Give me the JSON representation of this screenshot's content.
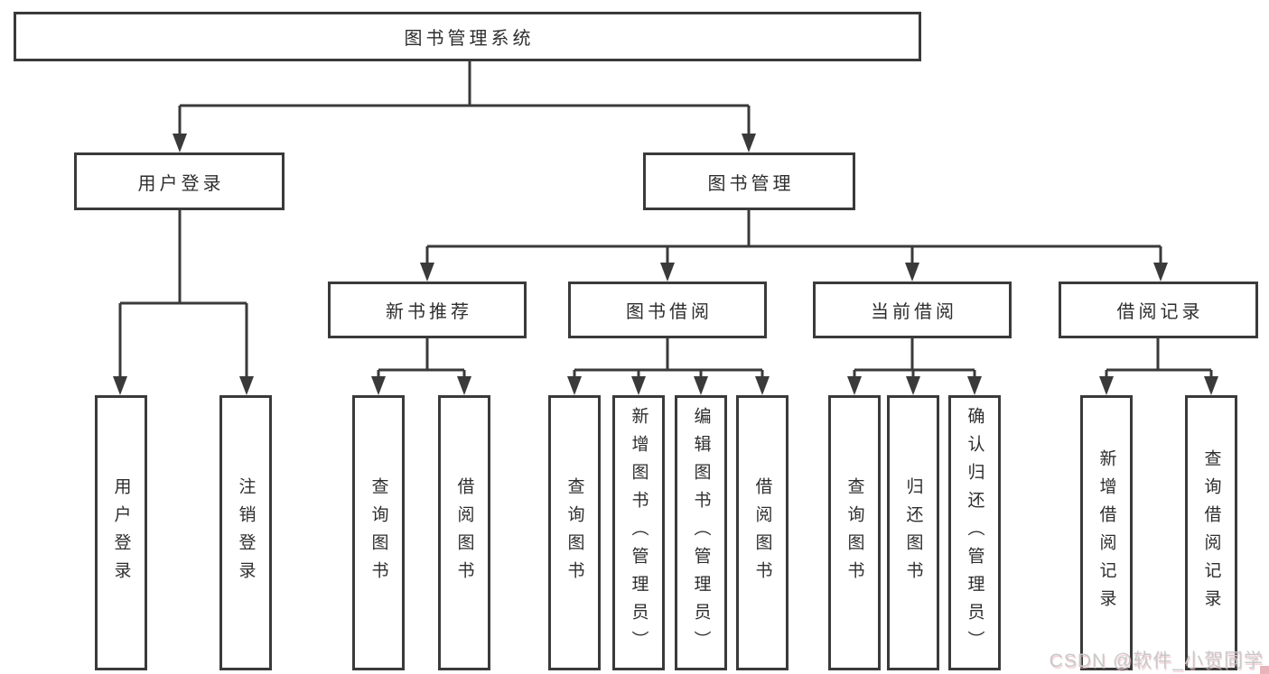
{
  "diagram": {
    "root": {
      "label": "图书管理系统"
    },
    "level2": [
      {
        "label": "用户登录",
        "children": [
          {
            "label": "用户登录"
          },
          {
            "label": "注销登录"
          }
        ]
      },
      {
        "label": "图书管理",
        "children": [
          {
            "label": "新书推荐",
            "children": [
              {
                "label": "查询图书"
              },
              {
                "label": "借阅图书"
              }
            ]
          },
          {
            "label": "图书借阅",
            "children": [
              {
                "label": "查询图书"
              },
              {
                "label": "新增图书（管理员）"
              },
              {
                "label": "编辑图书（管理员）"
              },
              {
                "label": "借阅图书"
              }
            ]
          },
          {
            "label": "当前借阅",
            "children": [
              {
                "label": "查询图书"
              },
              {
                "label": "归还图书"
              },
              {
                "label": "确认归还（管理员）"
              }
            ]
          },
          {
            "label": "借阅记录",
            "children": [
              {
                "label": "新增借阅记录"
              },
              {
                "label": "查询借阅记录"
              }
            ]
          }
        ]
      }
    ]
  },
  "watermark": {
    "text": "CSDN @软件_小贺同学"
  },
  "colors": {
    "line": "#3a3a3a",
    "text": "#2e2e2e",
    "box_background": "#ffffff",
    "watermark_text": "#c9c9c9",
    "watermark_accent": "#e9b3ba"
  }
}
